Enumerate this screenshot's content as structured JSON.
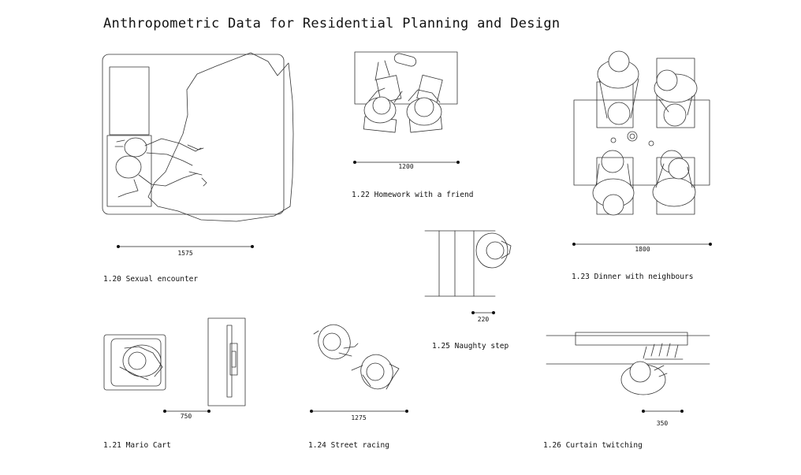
{
  "title": "Anthropometric Data for Residential Planning and Design",
  "panels": [
    {
      "caption": "1.20 Sexual encounter",
      "dimension": "1575"
    },
    {
      "caption": "1.21 Mario Cart",
      "dimension": "750"
    },
    {
      "caption": "1.22 Homework with a friend",
      "dimension": "1200"
    },
    {
      "caption": "1.24 Street racing",
      "dimension": "1275"
    },
    {
      "caption": "1.25 Naughty step",
      "dimension": "220"
    },
    {
      "caption": "1.23 Dinner with neighbours",
      "dimension": "1800"
    },
    {
      "caption": "1.26 Curtain twitching",
      "dimension": "350"
    }
  ]
}
